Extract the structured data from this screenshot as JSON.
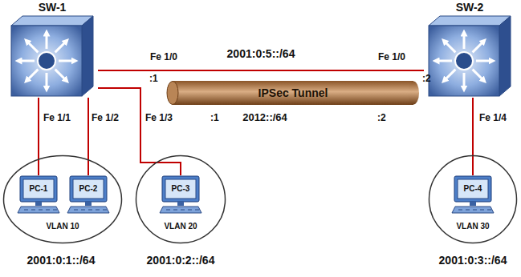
{
  "diagram": {
    "nodes": [
      {
        "text": [
          "SW-1"
        ]
      },
      {
        "text": [
          "SW-2"
        ]
      },
      {
        "text": [
          "IPSec Tunnel"
        ]
      },
      {
        "text": [
          "VLAN 10"
        ]
      },
      {
        "text": [
          "PC-1"
        ],
        "in": 3
      },
      {
        "text": [
          "PC-2"
        ],
        "in": 3
      },
      {
        "text": [
          "VLAN 20"
        ]
      },
      {
        "text": [
          "PC-3"
        ],
        "in": 6
      },
      {
        "text": [
          "VLAN 30"
        ]
      },
      {
        "text": [
          "PC-4"
        ],
        "in": 8
      }
    ],
    "edges": [
      {
        "from": 0,
        "to": 1,
        "arrow": "none",
        "label": "2001:0:5::/64"
      },
      {
        "from": 0,
        "to": 4,
        "arrow": "none"
      },
      {
        "from": 0,
        "to": 5,
        "arrow": "none"
      },
      {
        "from": 0,
        "to": 7,
        "arrow": "none"
      },
      {
        "from": 1,
        "to": 9,
        "arrow": "none"
      }
    ],
    "labels": [
      "Fe 1/0",
      ":1",
      "Fe 1/0",
      ":2",
      "Fe 1/1",
      "Fe 1/2",
      "Fe 1/3",
      ":1",
      "2012::/64",
      ":2",
      "Fe 1/4",
      "2001:0:1::/64",
      "2001:0:2::/64",
      "2001:0:3::/64"
    ]
  }
}
